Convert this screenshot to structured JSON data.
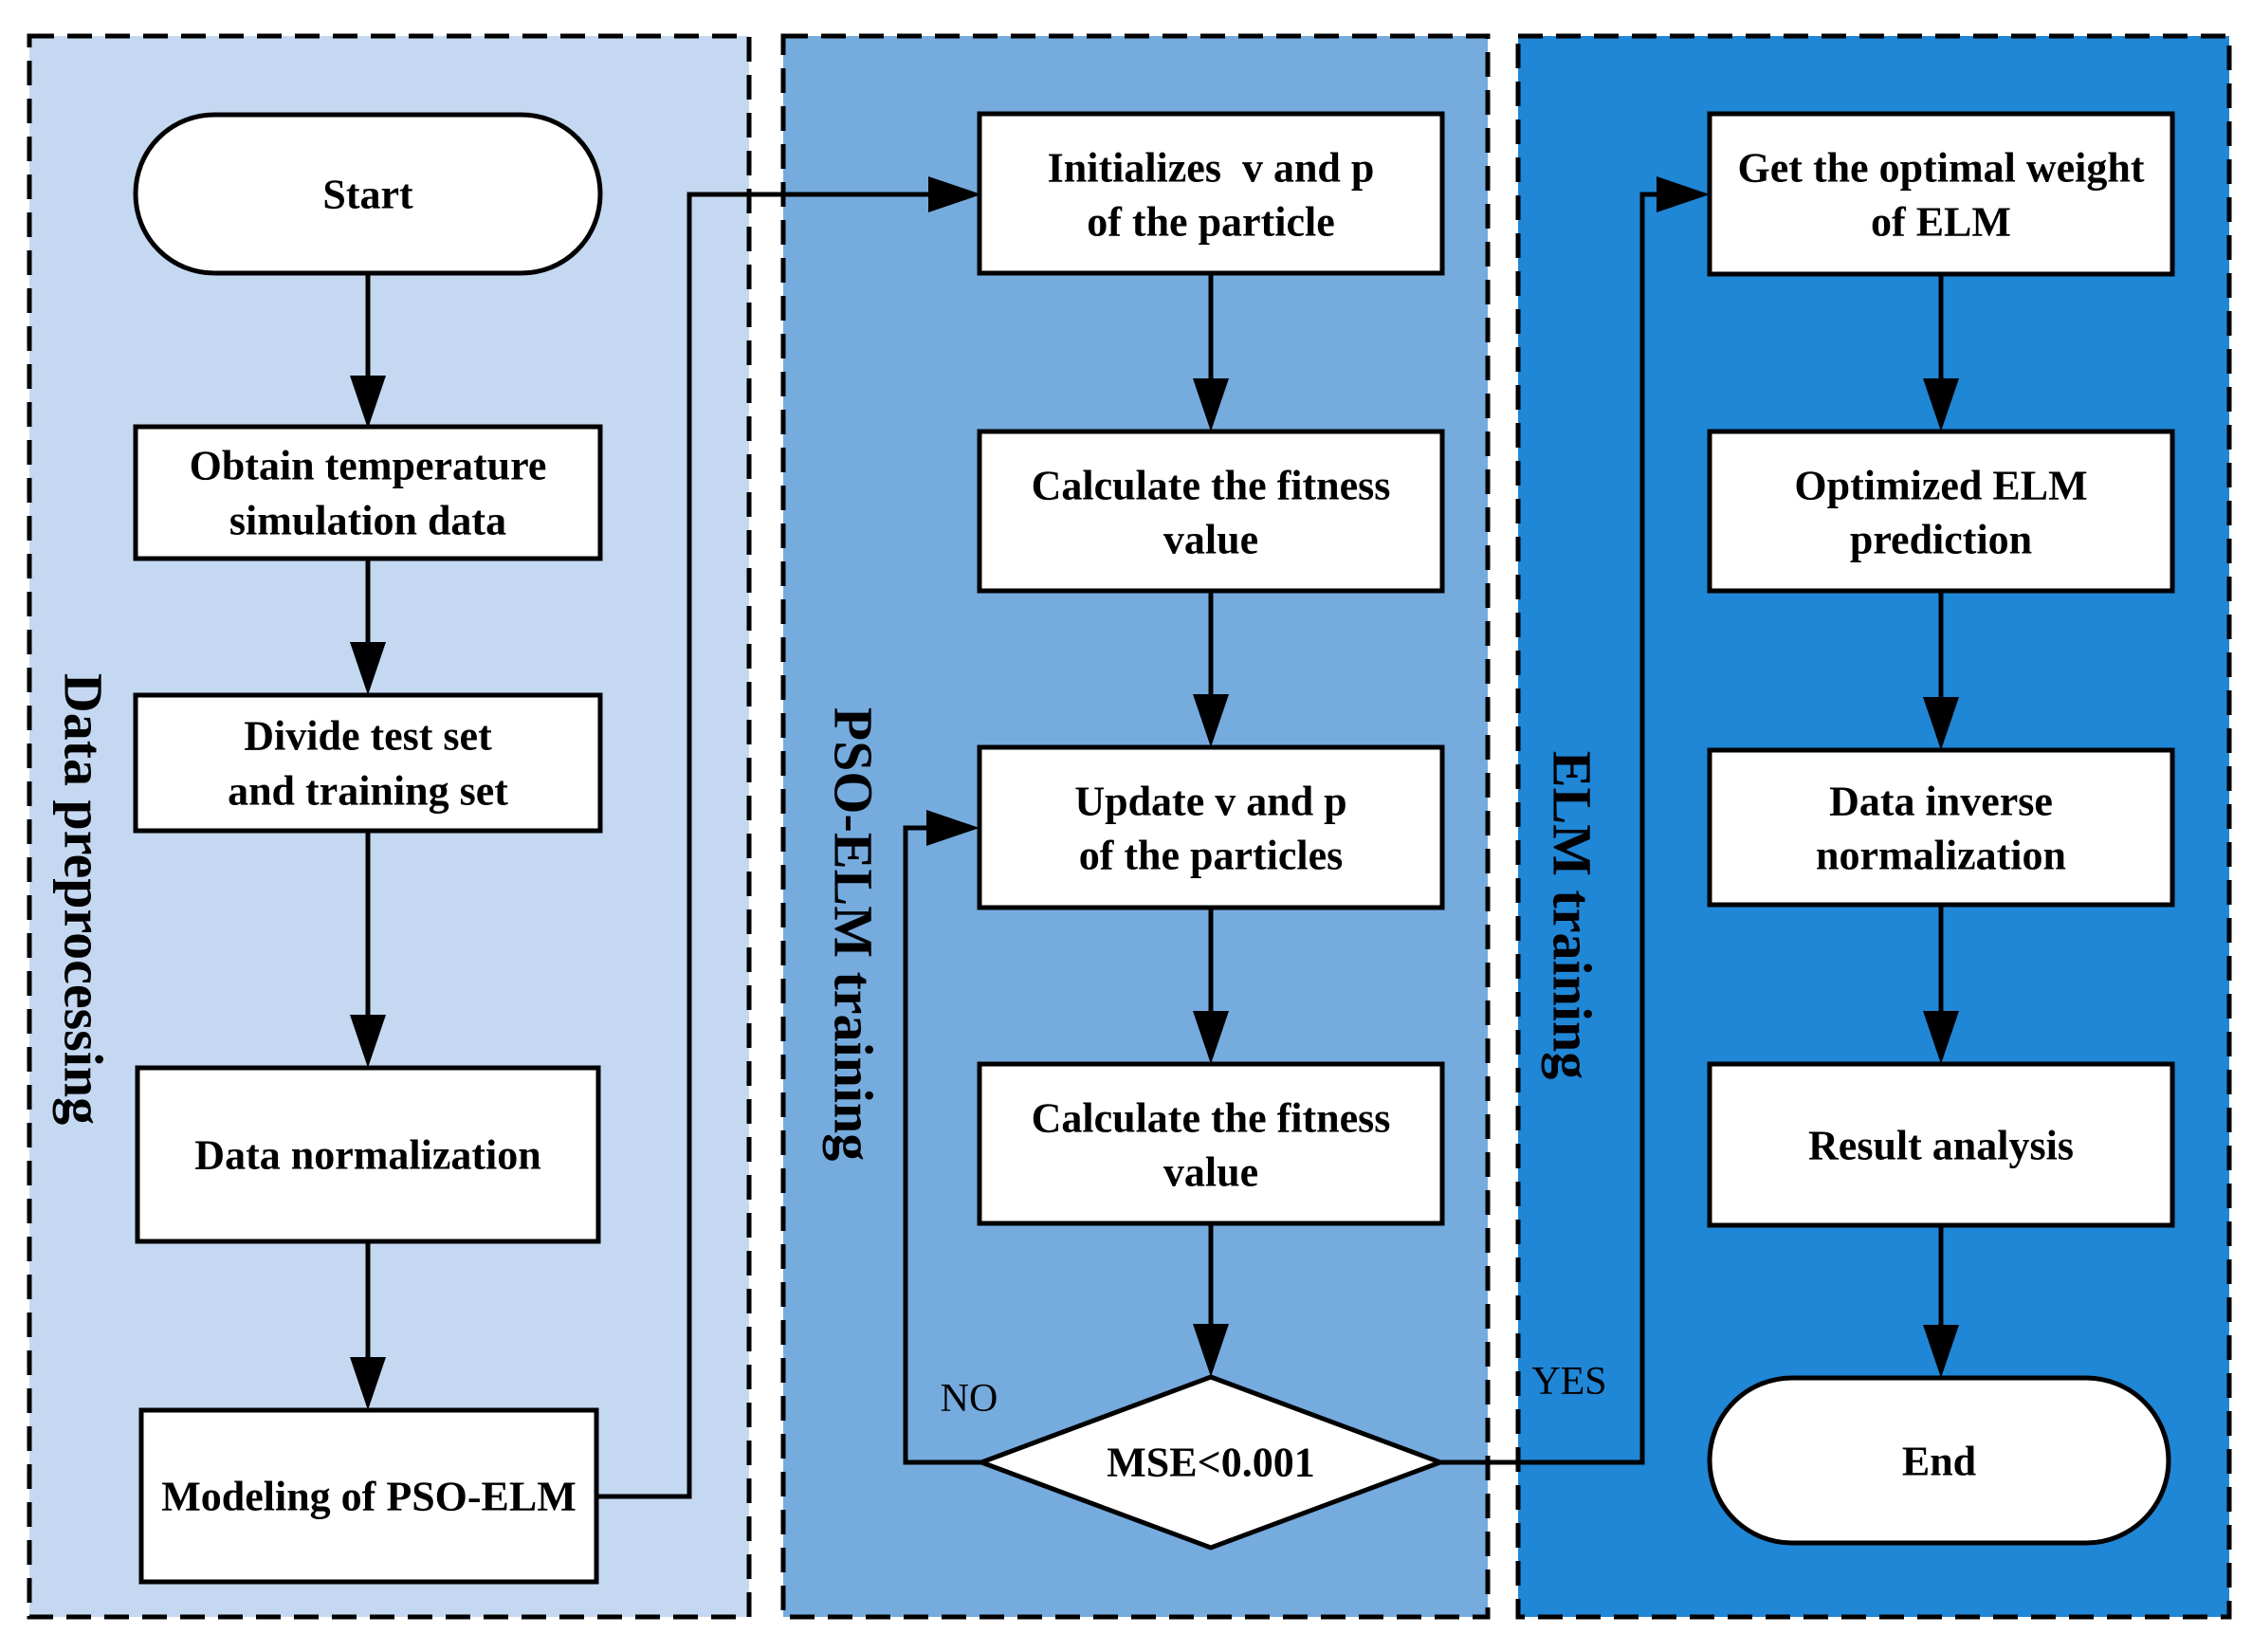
{
  "figure": {
    "type": "flowchart"
  },
  "colors": {
    "left_panel": "#c5d8f1",
    "middle_panel": "#76abde",
    "right_panel": "#2086d6",
    "decision_fill": "#eb948d",
    "node_fill": "#ffffff",
    "line": "#000000"
  },
  "panels": [
    {
      "label": "Data preprocessing",
      "nodes": [
        {
          "lines": [
            "Start"
          ]
        },
        {
          "lines": [
            "Obtain temperature",
            "simulation data"
          ]
        },
        {
          "lines": [
            "Divide test set",
            "and training set"
          ]
        },
        {
          "lines": [
            "Data normalization"
          ]
        },
        {
          "lines": [
            "Modeling of PSO-ELM"
          ]
        }
      ]
    },
    {
      "label": "PSO-ELM training",
      "nodes": [
        {
          "lines": [
            "Initializes  v and p",
            "of the particle"
          ]
        },
        {
          "lines": [
            "Calculate the fitness",
            "value"
          ]
        },
        {
          "lines": [
            "Update v and p",
            "of the particles"
          ]
        },
        {
          "lines": [
            "Calculate the fitness",
            "value"
          ]
        },
        {
          "lines": [
            "MSE<0.001"
          ]
        }
      ]
    },
    {
      "label": "ELM training",
      "nodes": [
        {
          "lines": [
            "Get the optimal weight",
            "of ELM"
          ]
        },
        {
          "lines": [
            "Optimized ELM",
            "prediction"
          ]
        },
        {
          "lines": [
            "Data inverse",
            "normalization"
          ]
        },
        {
          "lines": [
            "Result analysis"
          ]
        },
        {
          "lines": [
            "End"
          ]
        }
      ]
    }
  ],
  "edge_labels": {
    "no": "NO",
    "yes": "YES"
  }
}
